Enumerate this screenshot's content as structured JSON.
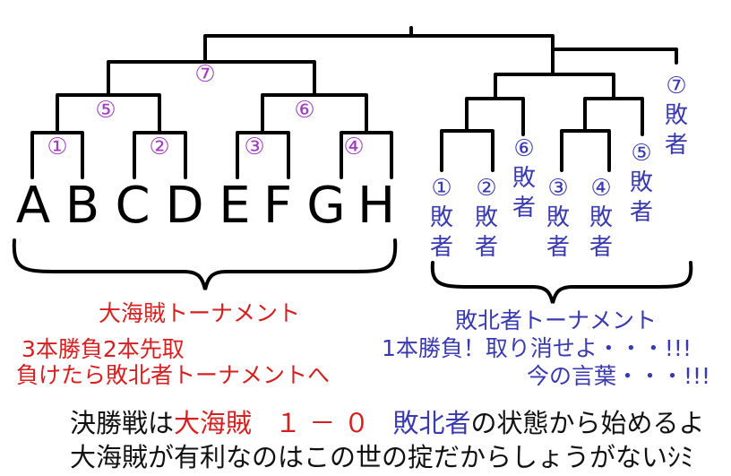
{
  "winners_bracket": {
    "teams": [
      "A",
      "B",
      "C",
      "D",
      "E",
      "F",
      "G",
      "H"
    ],
    "match_numbers": [
      "①",
      "②",
      "③",
      "④",
      "⑤",
      "⑥",
      "⑦"
    ]
  },
  "losers_bracket": {
    "entries": [
      {
        "num": "①",
        "line1": "敗",
        "line2": "者"
      },
      {
        "num": "②",
        "line1": "敗",
        "line2": "者"
      },
      {
        "num": "⑥",
        "line1": "敗",
        "line2": "者"
      },
      {
        "num": "③",
        "line1": "敗",
        "line2": "者"
      },
      {
        "num": "④",
        "line1": "敗",
        "line2": "者"
      },
      {
        "num": "⑤",
        "line1": "敗",
        "line2": "者"
      },
      {
        "num": "⑦",
        "line1": "敗",
        "line2": "者"
      }
    ]
  },
  "left_caption": {
    "title": "大海賊トーナメント",
    "rule_line1": "3本勝負2本先取",
    "rule_line2": "負けたら敗北者トーナメントへ"
  },
  "right_caption": {
    "title": "敗北者トーナメント",
    "rule_line1": "1本勝負！取り消せよ・・・!!!",
    "rule_line2": "今の言葉・・・!!!"
  },
  "footer": {
    "line1_prefix": "決勝戦は",
    "line1_team1": "大海賊",
    "line1_score": "１ － ０",
    "line1_team2": "敗北者",
    "line1_suffix": "の状態から始めるよ",
    "line2": "大海賊が有利なのはこの世の掟だからしょうがないｼﾐ"
  },
  "colors": {
    "red": "#d62020",
    "blue": "#3a3ab0",
    "purple": "#a040c0",
    "line": "#000000"
  }
}
